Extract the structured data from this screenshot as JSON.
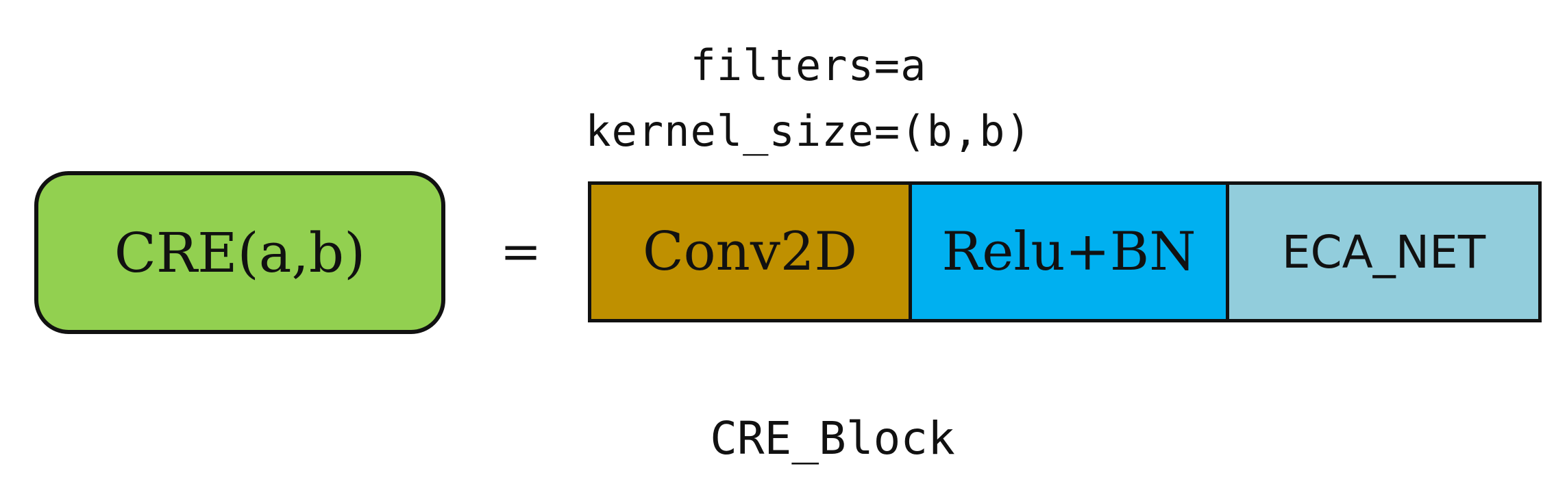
{
  "params": {
    "filters": "filters=a",
    "kernel_size": "kernel_size=(b,b)"
  },
  "cre_box": {
    "label": "CRE(a,b)",
    "color": "#92d050"
  },
  "equals_sign": "=",
  "block": {
    "segments": [
      {
        "label": "Conv2D",
        "color": "#bf9000"
      },
      {
        "label": "Relu+BN",
        "color": "#00b0f0"
      },
      {
        "label": "ECA_NET",
        "color": "#92cddc"
      }
    ]
  },
  "caption": "CRE_Block"
}
